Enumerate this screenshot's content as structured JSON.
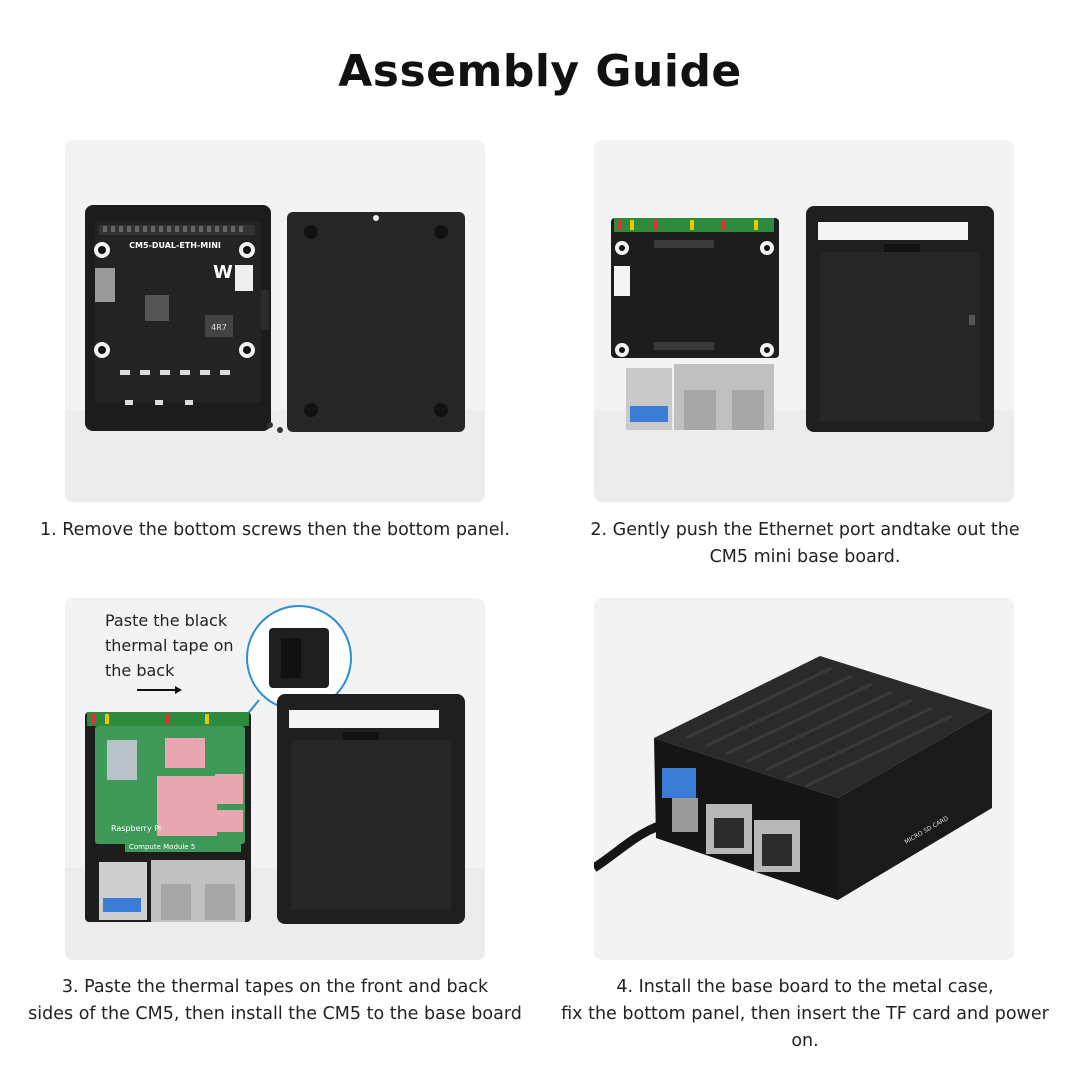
{
  "page": {
    "title": "Assembly Guide"
  },
  "steps": [
    {
      "caption_lines": [
        "1. Remove the bottom screws then the bottom panel."
      ],
      "board_label": "CM5-DUAL-ETH-MINI",
      "inductor_label": "4R7"
    },
    {
      "caption_lines": [
        "2. Gently push the Ethernet port andtake out the",
        "CM5 mini base board."
      ]
    },
    {
      "caption_lines": [
        "3. Paste the thermal tapes on the front and back",
        "sides of the CM5, then install the CM5 to the base board"
      ],
      "note_lines": [
        "Paste the black",
        "thermal tape on",
        "the back"
      ],
      "module_brand": "Raspberry Pi",
      "module_name": "Compute Module 5"
    },
    {
      "caption_lines": [
        "4. Install the base board to the metal case,",
        "fix the bottom panel, then insert the TF card and power on."
      ],
      "case_label": "MICRO SD CARD"
    }
  ],
  "colors": {
    "panel_bg": "#f3f3f3",
    "board_black": "#1e1e1e",
    "pcb_green": "#3f9a5a",
    "thermal_pink": "#e7a6b0",
    "callout_blue": "#2b8fd6",
    "usb_blue": "#3a7bd5"
  }
}
